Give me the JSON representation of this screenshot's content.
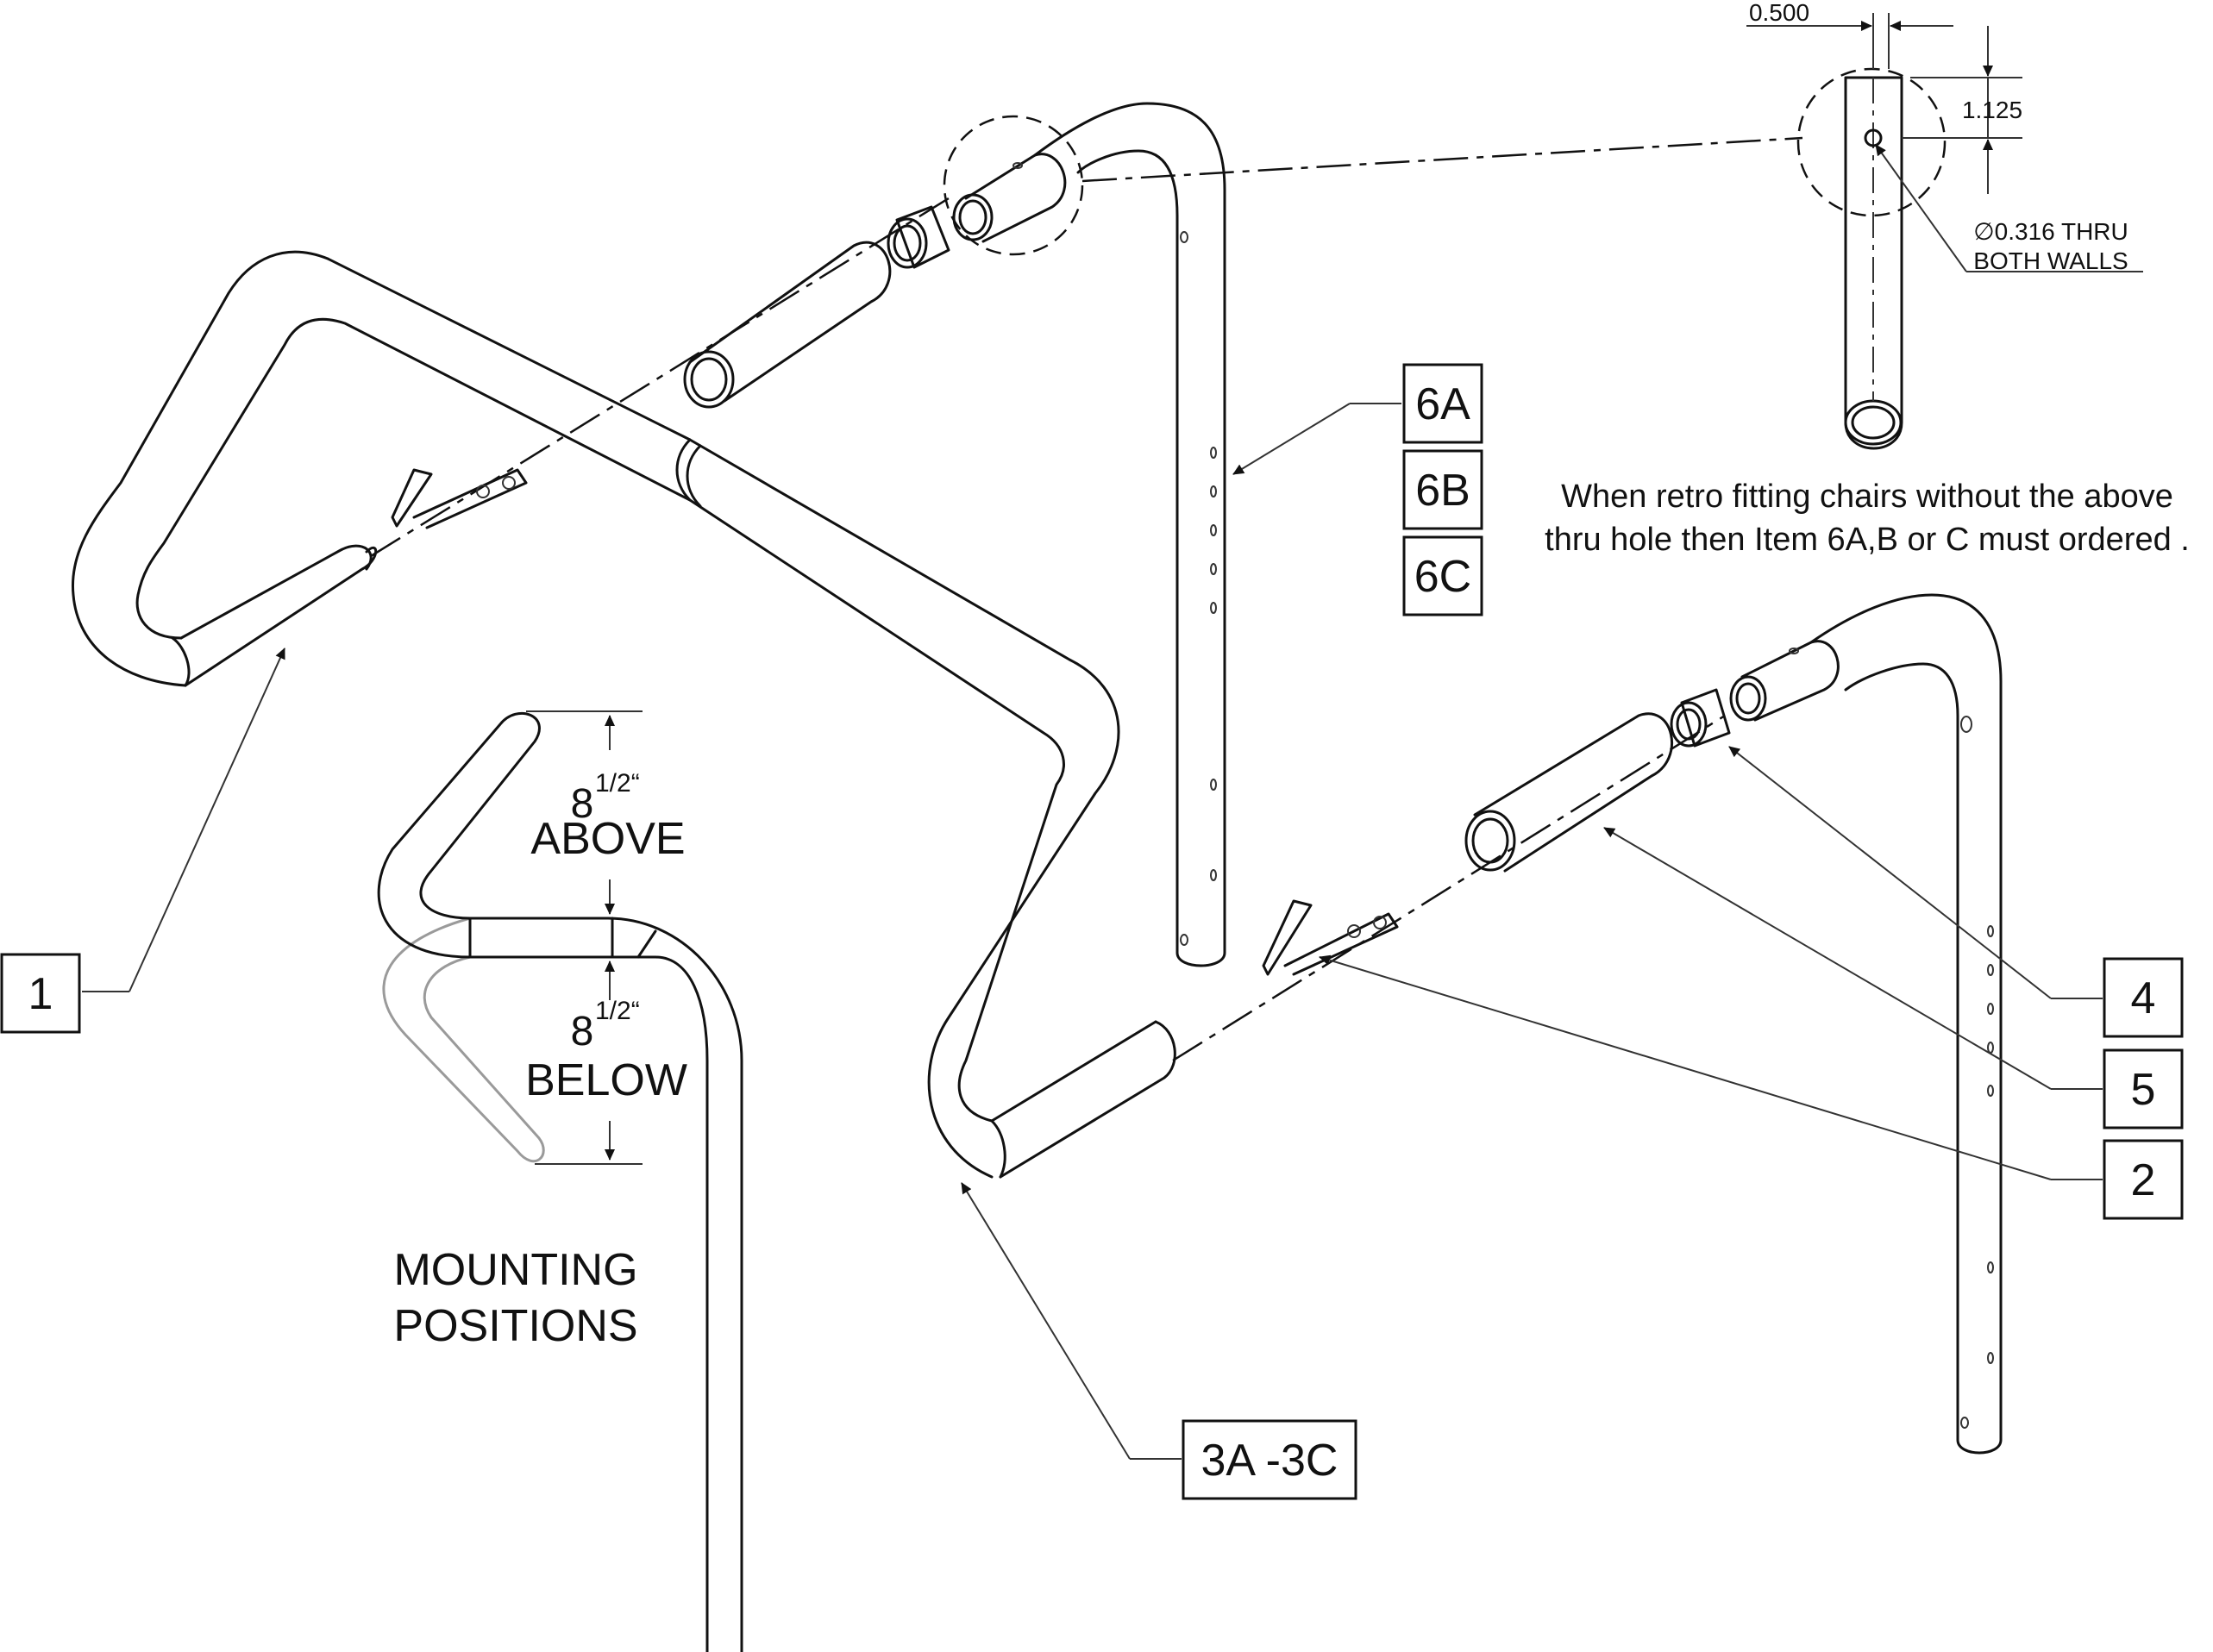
{
  "callouts": {
    "item_1": "1",
    "item_2": "2",
    "item_3": "3A -3C",
    "item_4": "4",
    "item_5": "5",
    "item_6a": "6A",
    "item_6b": "6B",
    "item_6c": "6C"
  },
  "detail": {
    "dim_width": "0.500",
    "dim_height": "1.125",
    "hole_note_line1": "∅0.316 THRU",
    "hole_note_line2": "BOTH WALLS"
  },
  "note": {
    "line1": "When retro fitting chairs without the above",
    "line2": "thru hole then Item 6A,B or C must ordered ."
  },
  "mounting": {
    "above_num": "8",
    "above_frac": "1/2“",
    "above_label": "ABOVE",
    "below_num": "8",
    "below_frac": "1/2“",
    "below_label": "BELOW",
    "title_line1": "MOUNTING",
    "title_line2": "POSITIONS"
  }
}
